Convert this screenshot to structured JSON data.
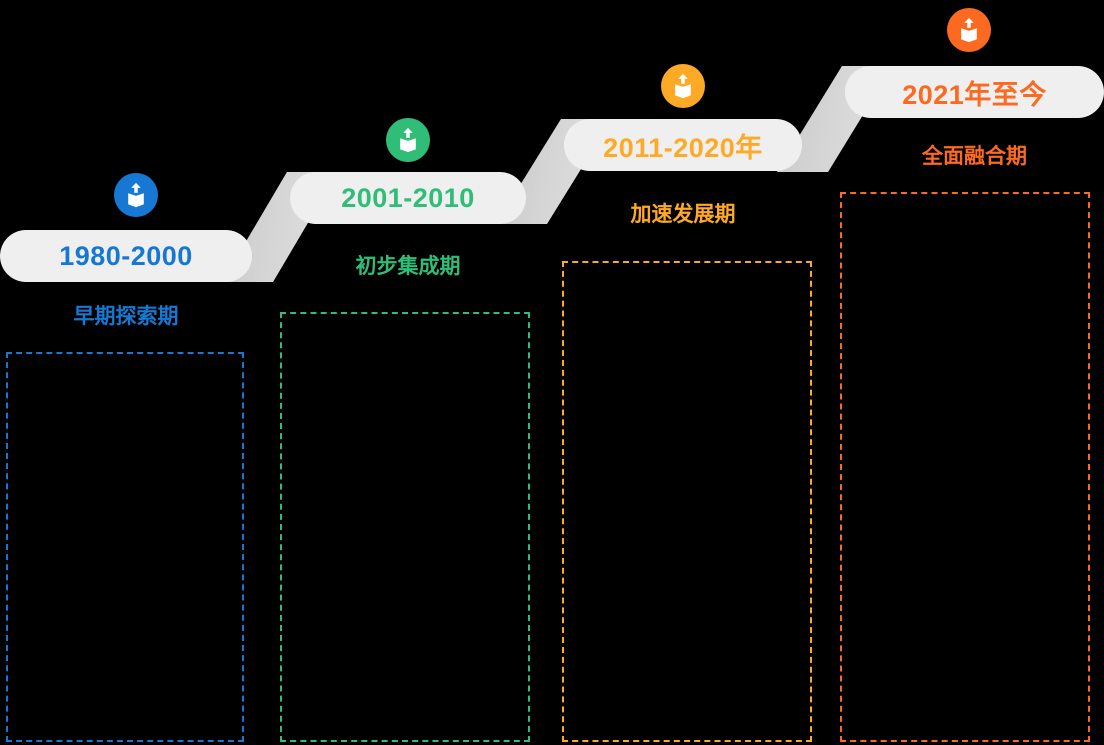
{
  "palette": {
    "background": "#000000",
    "pill_background": "#efefef",
    "connector_gray": "#d6d6d6",
    "icon_glyph": "#ffffff"
  },
  "stages": [
    {
      "year": "1980-2000",
      "label": "早期探索期",
      "color": "#1678d2",
      "icon": "box-arrow-up-icon"
    },
    {
      "year": "2001-2010",
      "label": "初步集成期",
      "color": "#2fbd77",
      "icon": "box-arrow-up-icon"
    },
    {
      "year": "2011-2020年",
      "label": "加速发展期",
      "color": "#ffaa26",
      "icon": "box-arrow-up-icon"
    },
    {
      "year": "2021年至今",
      "label": "全面融合期",
      "color": "#fb6a20",
      "icon": "box-arrow-up-icon"
    }
  ]
}
